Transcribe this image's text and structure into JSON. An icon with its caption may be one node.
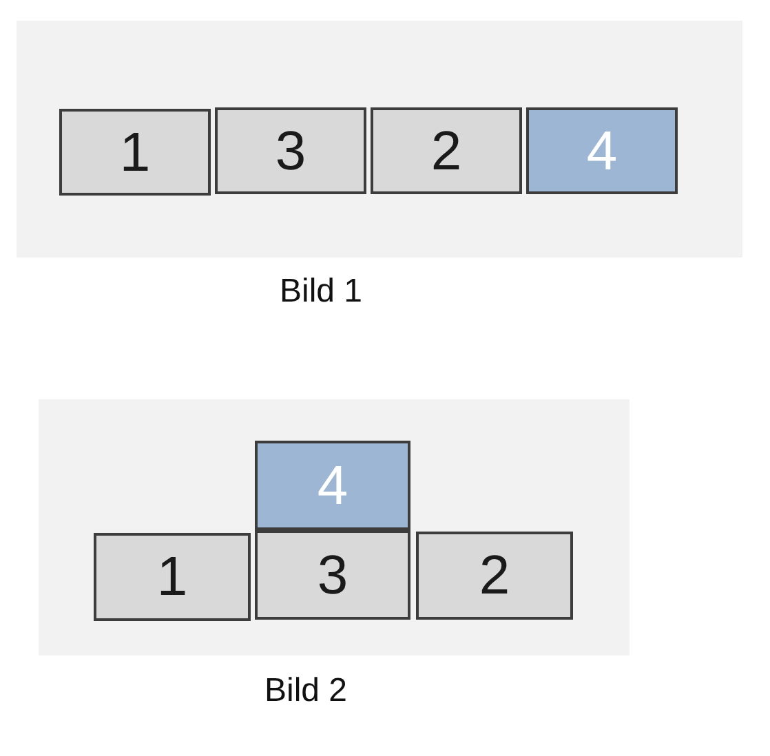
{
  "diagram": {
    "nodes": [
      {
        "text": [],
        "shape": "box",
        "beside": [
          "Bild 1"
        ]
      },
      {
        "text": [
          "1"
        ],
        "in": 0
      },
      {
        "text": [
          "3"
        ],
        "in": 0
      },
      {
        "text": [
          "2"
        ],
        "in": 0
      },
      {
        "text": [
          "4"
        ],
        "in": 0
      },
      {
        "text": [],
        "shape": "box",
        "beside": [
          "Bild 2"
        ]
      },
      {
        "text": [
          "4"
        ],
        "in": 5
      },
      {
        "text": [
          "1"
        ],
        "in": 5
      },
      {
        "text": [
          "3"
        ],
        "in": 5
      },
      {
        "text": [
          "2"
        ],
        "in": 5
      }
    ]
  }
}
